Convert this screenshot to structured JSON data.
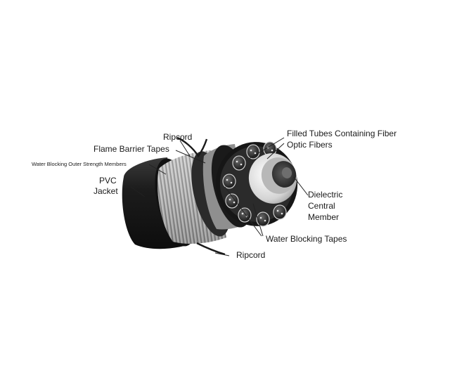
{
  "diagram": {
    "labels": {
      "ripcord_top": "Ripcord",
      "flame_barrier": "Flame Barrier Tapes",
      "water_blocking_outer": "Water Blocking Outer Strength Members",
      "pvc_jacket_line1": "PVC",
      "pvc_jacket_line2": "Jacket",
      "filled_tubes_line1": "Filled Tubes Containing Fiber",
      "filled_tubes_line2": "Optic Fibers",
      "dielectric_line1": "Dielectric",
      "dielectric_line2": "Central",
      "dielectric_line3": "Member",
      "water_blocking_tapes": "Water Blocking Tapes",
      "ripcord_bottom": "Ripcord"
    }
  }
}
